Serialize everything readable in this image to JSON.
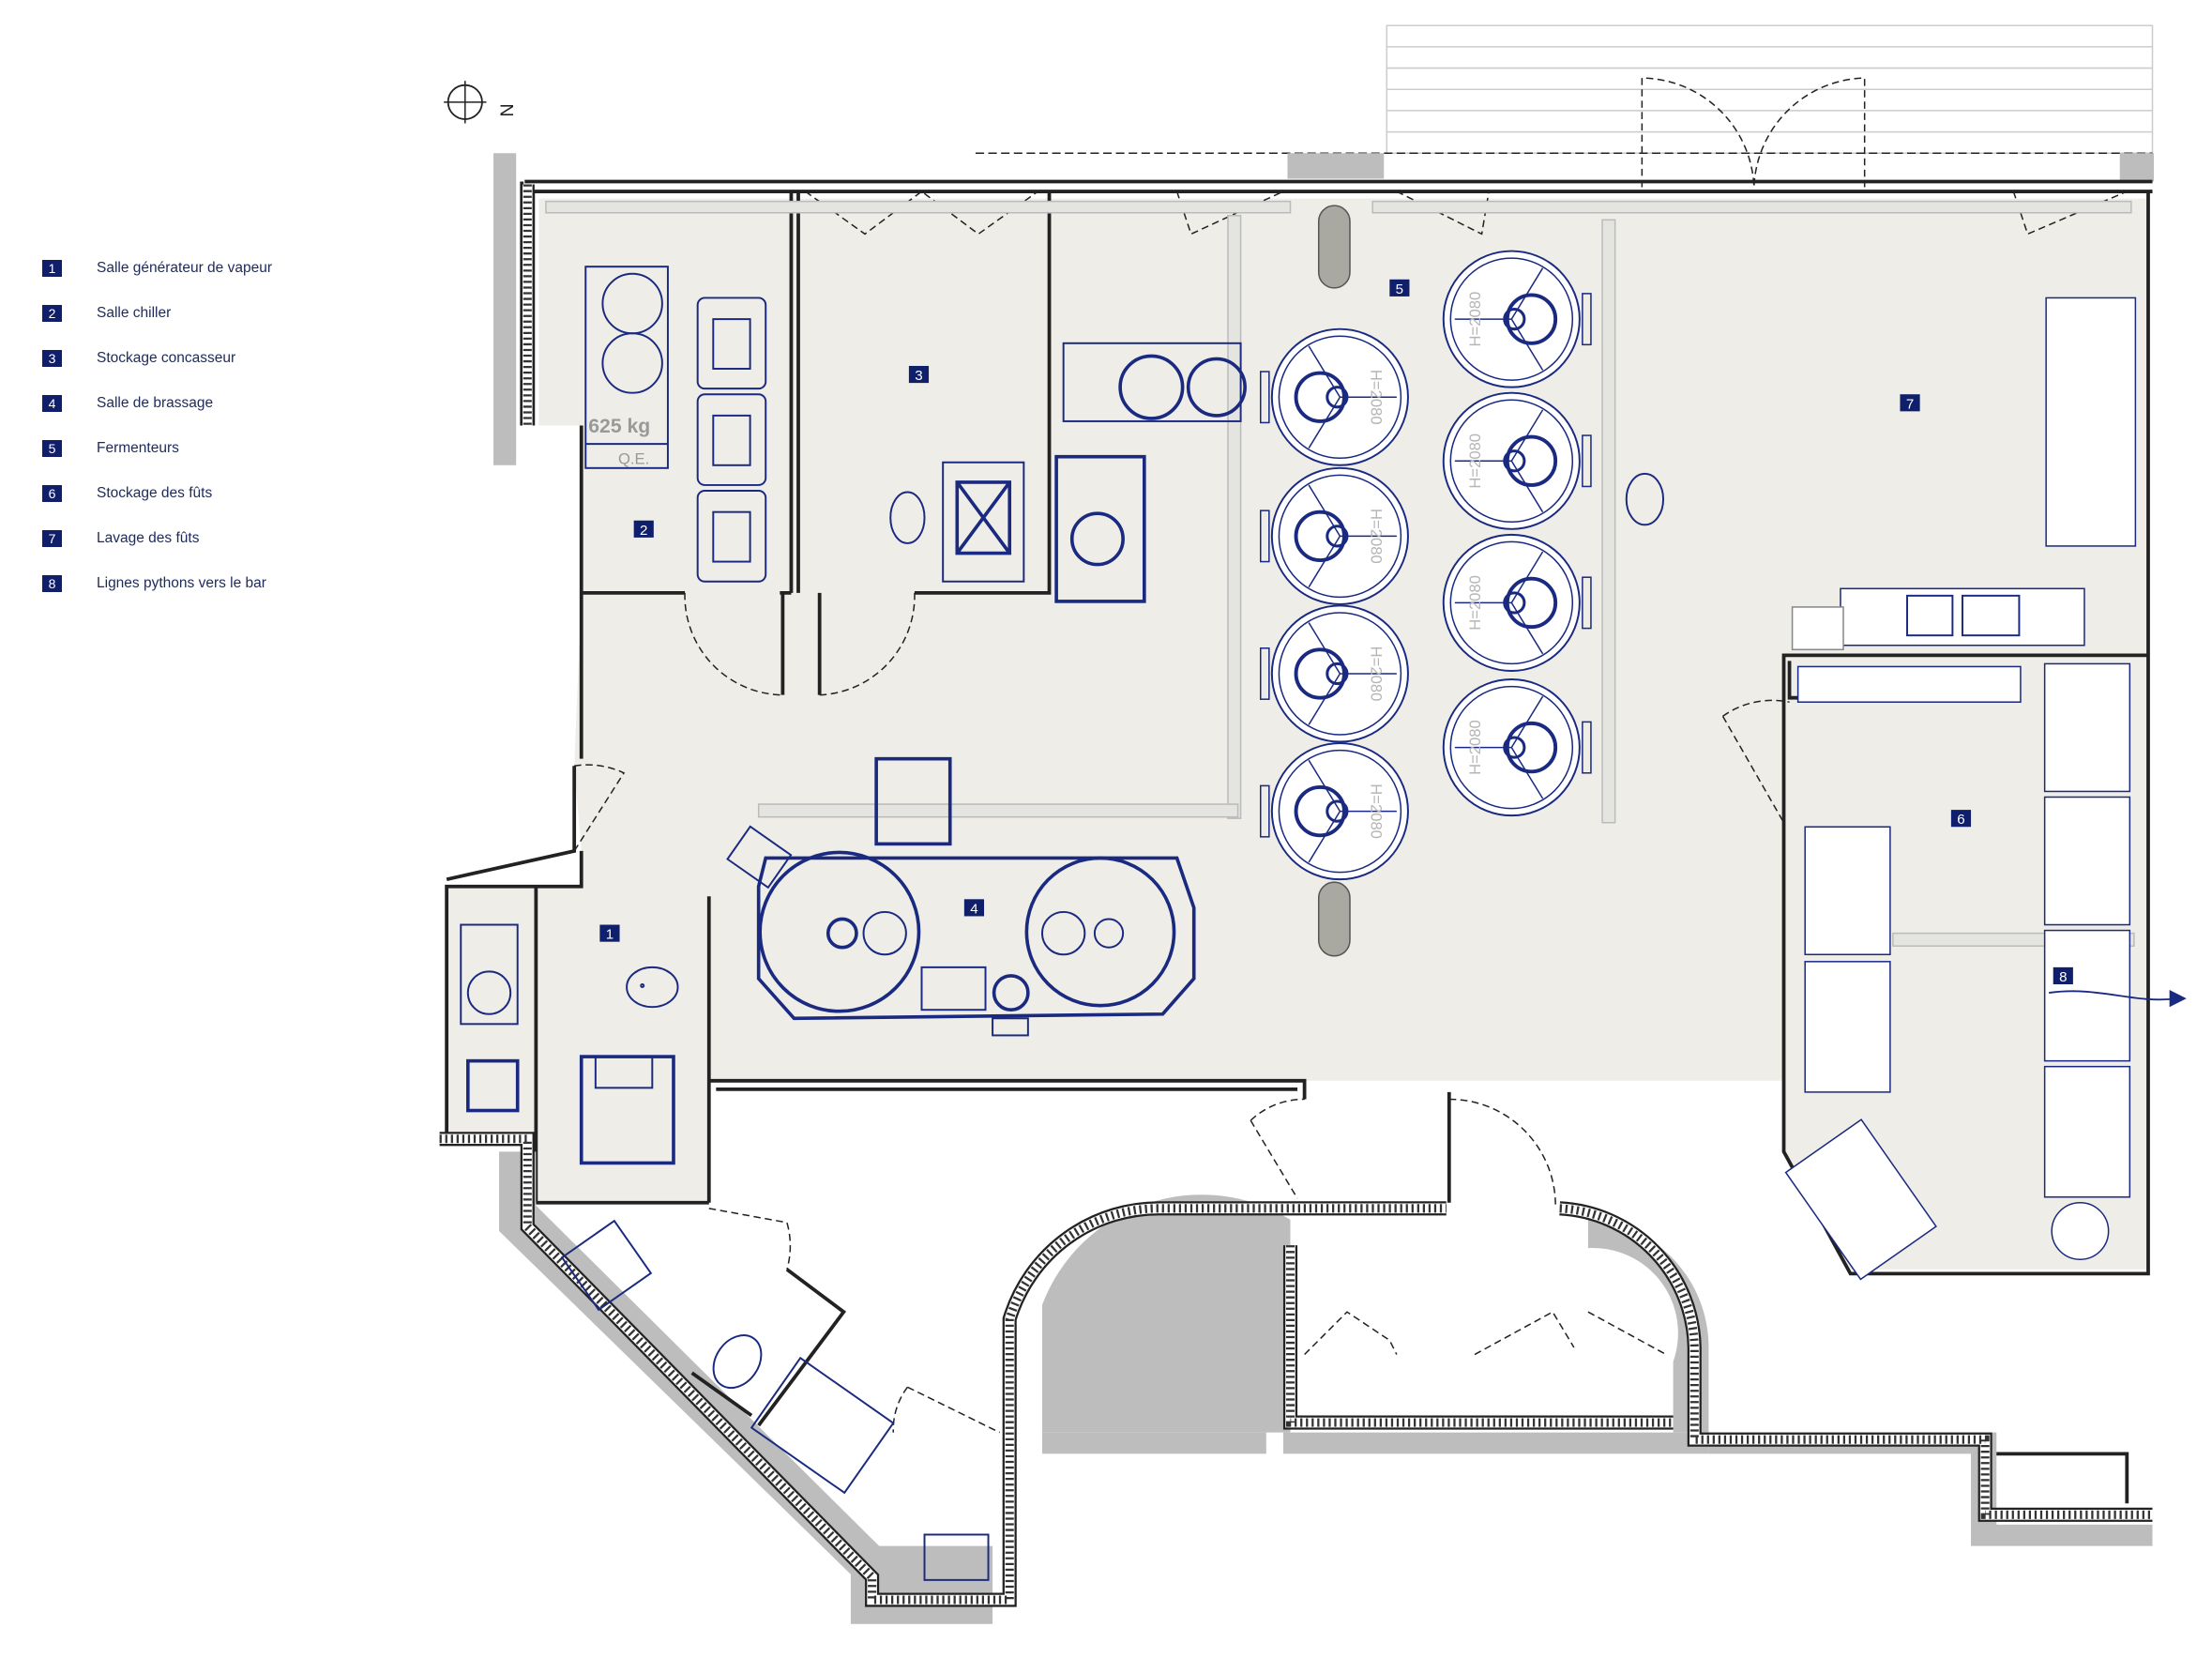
{
  "legend": [
    {
      "num": "1",
      "label": "Salle générateur de vapeur"
    },
    {
      "num": "2",
      "label": "Salle chiller"
    },
    {
      "num": "3",
      "label": "Stockage concasseur"
    },
    {
      "num": "4",
      "label": "Salle de brassage"
    },
    {
      "num": "5",
      "label": "Fermenteurs"
    },
    {
      "num": "6",
      "label": "Stockage des fûts"
    },
    {
      "num": "7",
      "label": "Lavage des fûts"
    },
    {
      "num": "8",
      "label": "Lignes pythons vers le bar"
    }
  ],
  "compass": {
    "north_label": "N"
  },
  "chiller": {
    "weight_label": "625 kg",
    "panel_label": "Q.E."
  },
  "fermenter_height_label": "H=2080",
  "room_markers": [
    "1",
    "2",
    "3",
    "4",
    "5",
    "6",
    "7",
    "8"
  ],
  "colors": {
    "marker": "#0f1f6b",
    "equipment": "#1a2a80",
    "floor": "#efede7",
    "wall_band": "#bdbdbd"
  }
}
